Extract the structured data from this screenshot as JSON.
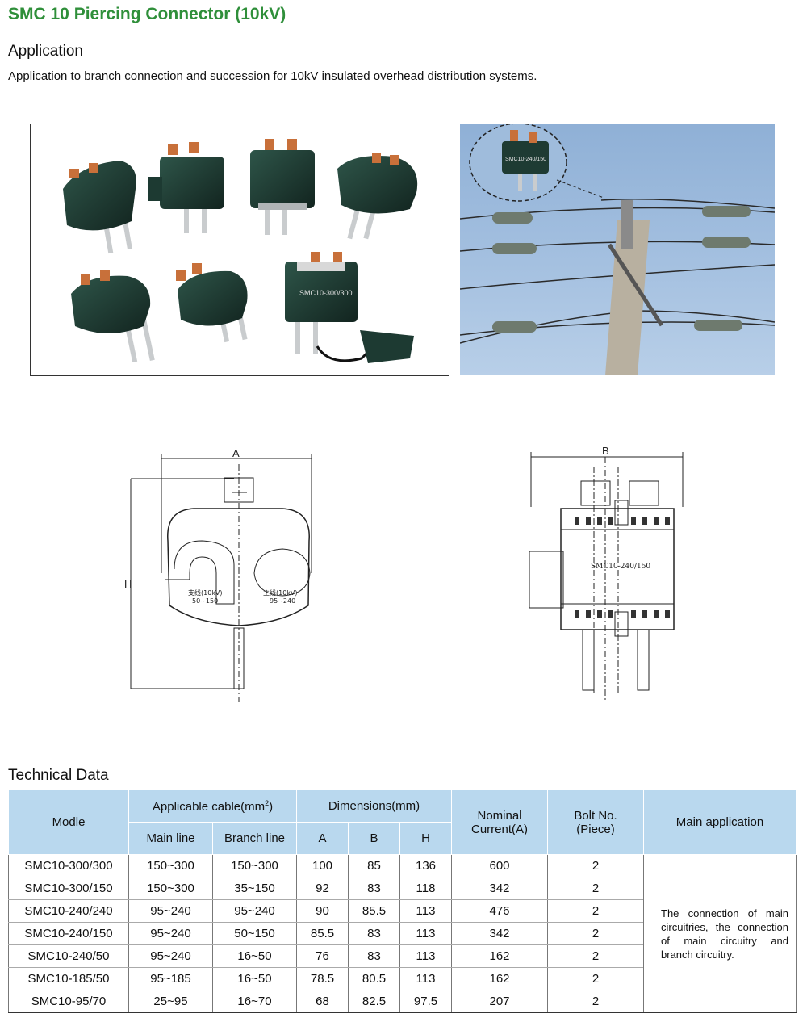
{
  "page": {
    "title": "SMC 10 Piercing Connector (10kV)",
    "application_heading": "Application",
    "application_text": "Application to branch connection and succession for 10kV insulated overhead distribution systems.",
    "technical_heading": "Technical Data"
  },
  "colors": {
    "title": "#2f8f3a",
    "header_bg": "#b9d8ee",
    "connector_body": "#1e3b33",
    "copper": "#c8703a"
  },
  "photos": {
    "labels": [
      "SMC10-300/300"
    ],
    "inset_label": "SMC10-240/150"
  },
  "drawings": {
    "side": {
      "dim_a": "A",
      "dim_h": "H",
      "left_label": "支线(10kV)",
      "left_range": "50~150",
      "right_label": "主线(10kV)",
      "right_range": "95~240"
    },
    "front": {
      "dim_b": "B",
      "model_label": "SMC10-240/150"
    }
  },
  "table": {
    "headers": {
      "model": "Modle",
      "applicable_cable": "Applicable cable(mm",
      "applicable_cable_sup": "2",
      "applicable_cable_end": ")",
      "main_line": "Main line",
      "branch_line": "Branch line",
      "dimensions": "Dimensions(mm)",
      "a": "A",
      "b": "B",
      "h": "H",
      "nominal_current_1": "Nominal",
      "nominal_current_2": "Current(A)",
      "bolt_no_1": "Bolt No.",
      "bolt_no_2": "(Piece)",
      "main_application": "Main application"
    },
    "rows": [
      {
        "model": "SMC10-300/300",
        "main": "150~300",
        "branch": "150~300",
        "a": "100",
        "b": "85",
        "h": "136",
        "current": "600",
        "bolts": "2"
      },
      {
        "model": "SMC10-300/150",
        "main": "150~300",
        "branch": "35~150",
        "a": "92",
        "b": "83",
        "h": "118",
        "current": "342",
        "bolts": "2"
      },
      {
        "model": "SMC10-240/240",
        "main": "95~240",
        "branch": "95~240",
        "a": "90",
        "b": "85.5",
        "h": "113",
        "current": "476",
        "bolts": "2"
      },
      {
        "model": "SMC10-240/150",
        "main": "95~240",
        "branch": "50~150",
        "a": "85.5",
        "b": "83",
        "h": "113",
        "current": "342",
        "bolts": "2"
      },
      {
        "model": "SMC10-240/50",
        "main": "95~240",
        "branch": "16~50",
        "a": "76",
        "b": "83",
        "h": "113",
        "current": "162",
        "bolts": "2"
      },
      {
        "model": "SMC10-185/50",
        "main": "95~185",
        "branch": "16~50",
        "a": "78.5",
        "b": "80.5",
        "h": "113",
        "current": "162",
        "bolts": "2"
      },
      {
        "model": "SMC10-95/70",
        "main": "25~95",
        "branch": "16~70",
        "a": "68",
        "b": "82.5",
        "h": "97.5",
        "current": "207",
        "bolts": "2"
      }
    ],
    "main_application": "The connection of main circuitries, the connection of main circuitry and branch circuitry."
  }
}
